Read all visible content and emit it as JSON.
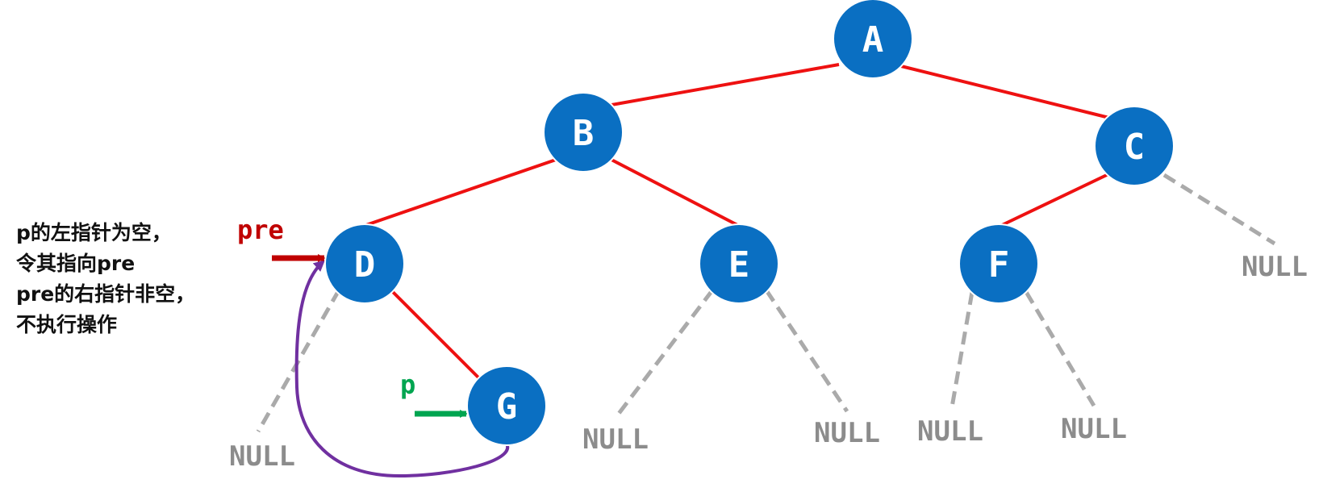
{
  "colors": {
    "node_fill": "#0a6fc2",
    "node_stroke": "#ffffff",
    "tree_edge": "#ee1111",
    "null_edge": "#aaaaaa",
    "null_text": "#8c8c8c",
    "pre_color": "#c00000",
    "p_color": "#00a550",
    "thread_color": "#7030a0"
  },
  "nodes": {
    "A": "A",
    "B": "B",
    "C": "C",
    "D": "D",
    "E": "E",
    "F": "F",
    "G": "G"
  },
  "null_label": "NULL",
  "pointers": {
    "pre": "pre",
    "p": "p"
  },
  "note": {
    "line1": "p的左指针为空，",
    "line2": "令其指向pre",
    "line3": "pre的右指针非空，",
    "line4": "不执行操作"
  }
}
